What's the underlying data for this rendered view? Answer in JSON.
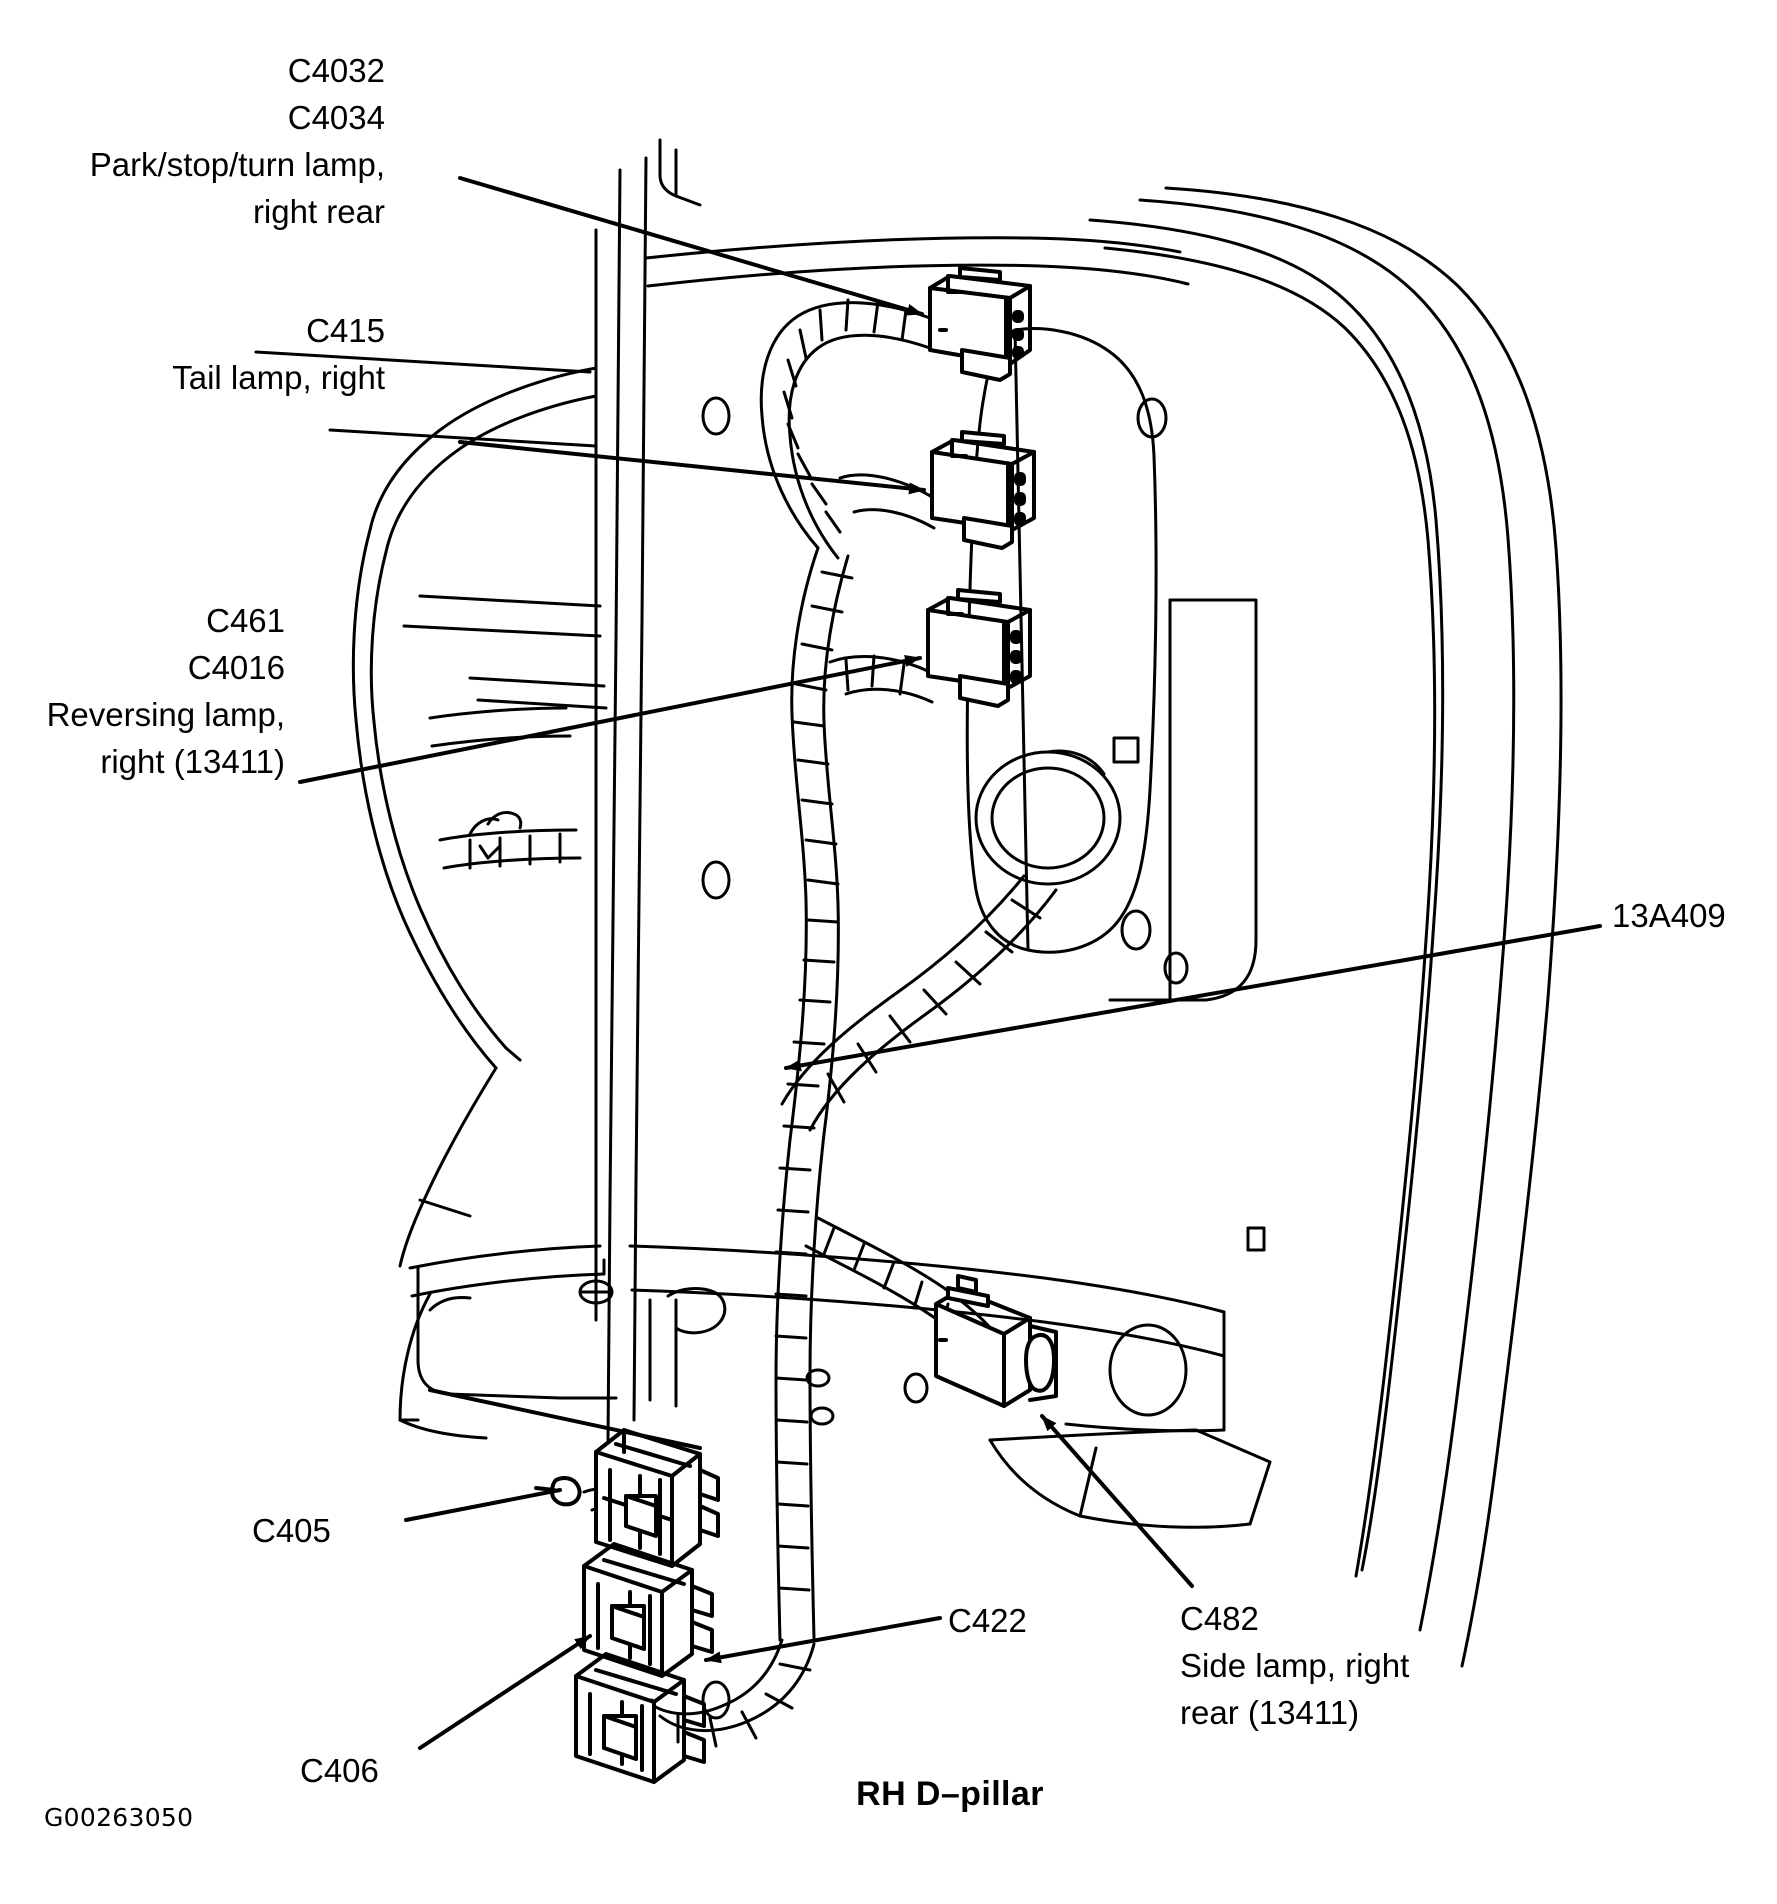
{
  "figure": {
    "title": "RH D–pillar",
    "figure_id": "G00263050",
    "subject": "Right-hand D-pillar rear lamp wiring harness",
    "line_color": "#000000",
    "background_color": "#ffffff"
  },
  "callouts": {
    "park_stop_turn": {
      "code1": "C4032",
      "code2": "C4034",
      "desc_line1": "Park/stop/turn lamp,",
      "desc_line2": "right rear"
    },
    "tail_lamp": {
      "code1": "C415",
      "desc_line1": "Tail lamp, right"
    },
    "reversing_lamp": {
      "code1": "C461",
      "code2": "C4016",
      "desc_line1": "Reversing lamp,",
      "desc_line2": "right (13411)"
    },
    "harness": {
      "code1": "13A409"
    },
    "c405": {
      "code1": "C405"
    },
    "c422": {
      "code1": "C422"
    },
    "c406": {
      "code1": "C406"
    },
    "side_lamp": {
      "code1": "C482",
      "desc_line1": "Side lamp, right",
      "desc_line2": "rear (13411)"
    }
  }
}
